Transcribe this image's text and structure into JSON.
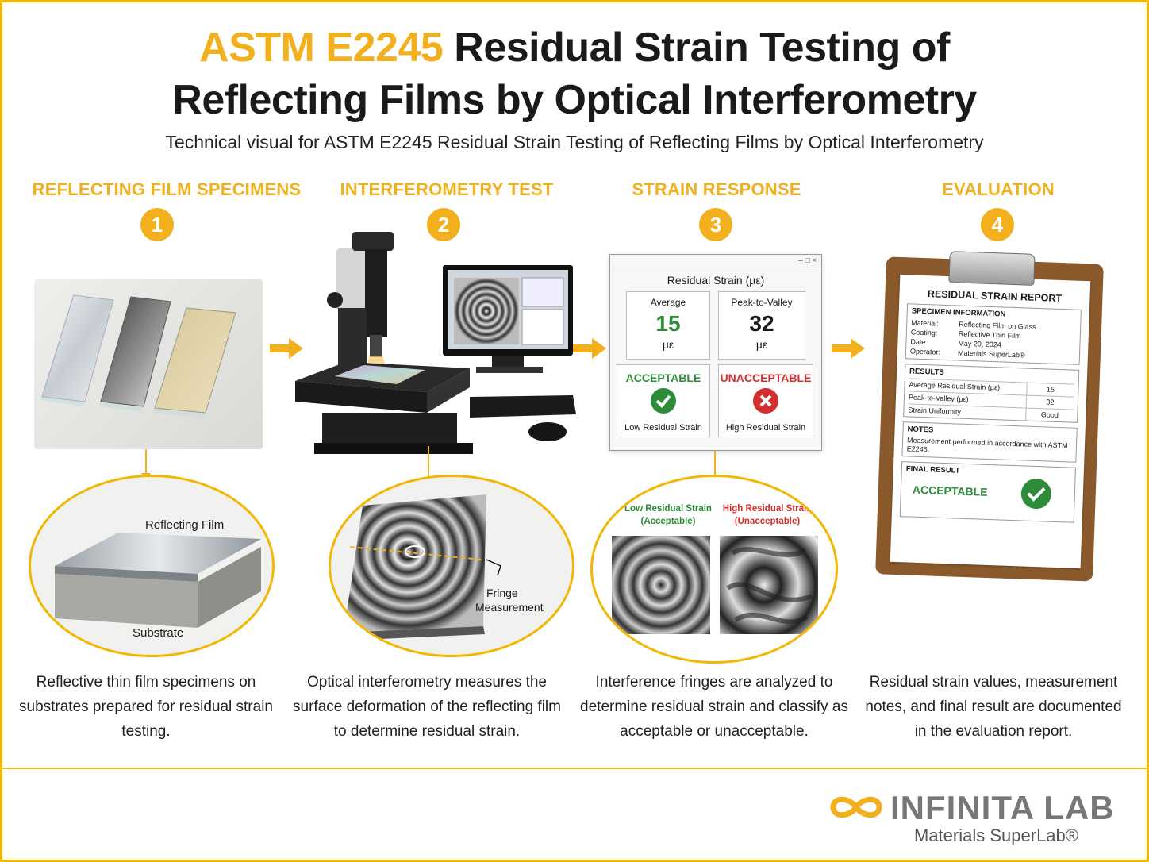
{
  "title": {
    "accent": "ASTM E2245",
    "line1_rest": " Residual Strain Testing of",
    "line2": "Reflecting Films by Optical Interferometry"
  },
  "subtitle": "Technical visual for ASTM E2245 Residual Strain Testing of Reflecting Films by Optical Interferometry",
  "steps": [
    {
      "label": "REFLECTING FILM SPECIMENS",
      "number": "1",
      "caption": "Reflective thin film specimens on substrates prepared for residual strain testing."
    },
    {
      "label": "INTERFEROMETRY TEST",
      "number": "2",
      "caption": "Optical interferometry measures the surface deformation of the reflecting film to determine residual strain."
    },
    {
      "label": "STRAIN RESPONSE",
      "number": "3",
      "caption": "Interference fringes are analyzed to determine residual strain and classify as acceptable or unacceptable."
    },
    {
      "label": "EVALUATION",
      "number": "4",
      "caption": "Residual strain values, measurement notes, and final result are documented in the evaluation report."
    }
  ],
  "specimen_callout": {
    "film": "Reflecting Film",
    "substrate": "Substrate"
  },
  "fringe_callout": {
    "label_line1": "Fringe",
    "label_line2": "Measurement"
  },
  "comparison": {
    "low_line1": "Low Residual Strain",
    "low_line2": "(Acceptable)",
    "high_line1": "High Residual Strain",
    "high_line2": "(Unacceptable)"
  },
  "strain_window": {
    "controls": "– □ ×",
    "title": "Residual Strain (µε)",
    "average_label": "Average",
    "average_value": "15",
    "average_unit": "µε",
    "ptv_label": "Peak-to-Valley",
    "ptv_value": "32",
    "ptv_unit": "µε",
    "accept_label": "ACCEPTABLE",
    "accept_sub": "Low Residual Strain",
    "reject_label": "UNACCEPTABLE",
    "reject_sub": "High Residual Strain"
  },
  "report": {
    "title": "RESIDUAL STRAIN REPORT",
    "info_heading": "SPECIMEN INFORMATION",
    "info": [
      {
        "k": "Material:",
        "v": "Reflecting Film on Glass"
      },
      {
        "k": "Coating:",
        "v": "Reflective Thin Film"
      },
      {
        "k": "Date:",
        "v": "May 20, 2024"
      },
      {
        "k": "Operator:",
        "v": "Materials SuperLab®"
      }
    ],
    "results_heading": "RESULTS",
    "results": [
      {
        "k": "Average Residual Strain (µε)",
        "v": "15"
      },
      {
        "k": "Peak-to-Valley (µε)",
        "v": "32"
      },
      {
        "k": "Strain Uniformity",
        "v": "Good"
      }
    ],
    "notes_heading": "NOTES",
    "notes": "Measurement performed in accordance with ASTM E2245.",
    "final_heading": "FINAL RESULT",
    "final_value": "ACCEPTABLE"
  },
  "logo": {
    "name": "INFINITA LAB",
    "tagline": "Materials SuperLab®"
  },
  "colors": {
    "accent": "#f2b01e",
    "ok": "#2e8b3a",
    "bad": "#d32f2f",
    "board": "#8a5a2c"
  }
}
